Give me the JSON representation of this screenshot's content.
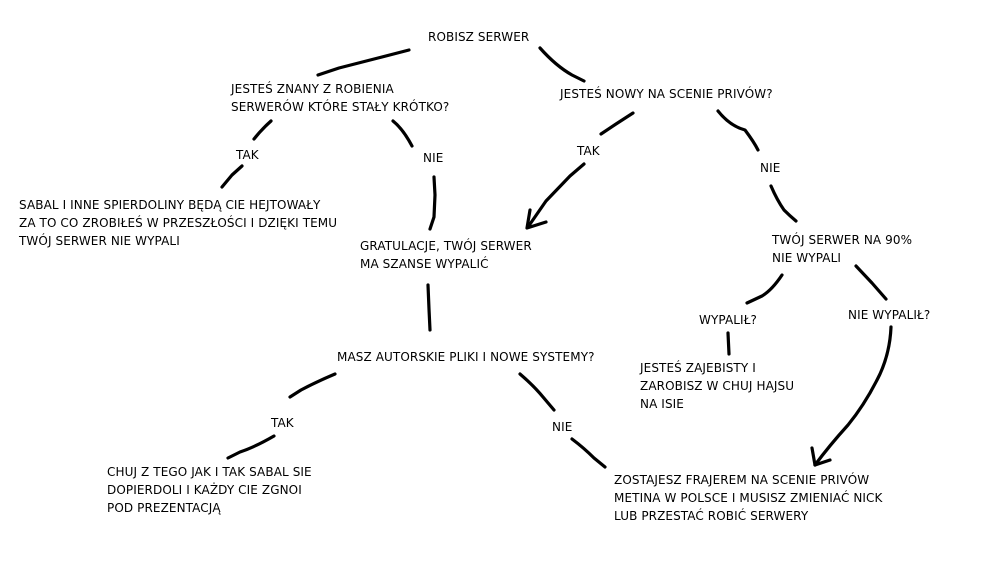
{
  "nodes": {
    "robisz": "ROBISZ SERWER",
    "znany": "JESTEŚ ZNANY Z ROBIENIA\nSERWERÓW KTÓRE STAŁY KRÓTKO?",
    "nowy": "JESTEŚ NOWY NA SCENIE PRIVÓW?",
    "tak1": "TAK",
    "nie1": "NIE",
    "tak2": "TAK",
    "nie2": "NIE",
    "sabal": "SABAL I INNE SPIERDOLINY BĘDĄ CIE HEJTOWAŁY\nZA TO CO ZROBIŁEŚ W PRZESZŁOŚCI I DZIĘKI TEMU\nTWÓJ SERWER NIE WYPALI",
    "gratulacje": "GRATULACJE, TWÓJ SERWER\nMA SZANSE WYPALIĆ",
    "procent": "TWÓJ SERWER NA 90%\nNIE WYPALI",
    "wypalil": "WYPALIŁ?",
    "niewypalil": "NIE WYPALIŁ?",
    "zajebisty": "JESTEŚ ZAJEBISTY I\nZAROBISZ W CHUJ HAJSU\nNA ISIE",
    "autorskie": "MASZ AUTORSKIE PLIKI I NOWE SYSTEMY?",
    "tak3": "TAK",
    "nie3": "NIE",
    "chuj": "CHUJ Z TEGO JAK I TAK SABAL SIE\nDOPIERDOLI I KAŻDY CIE ZGNOI\nPOD PREZENTACJĄ",
    "frajer": "ZOSTAJESZ FRAJEREM NA SCENIE PRIVÓW\nMETINA W POLSCE I MUSISZ ZMIENIAĆ NICK\nLUB PRZESTAĆ ROBIĆ SERWERY"
  }
}
